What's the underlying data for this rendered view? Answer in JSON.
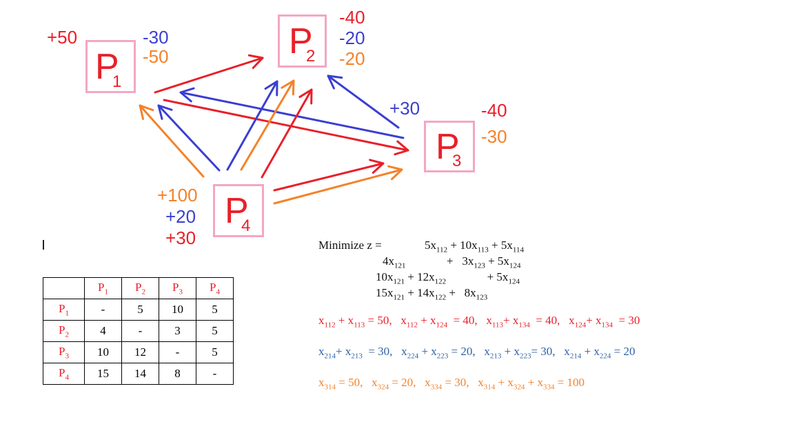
{
  "diagram": {
    "nodes": [
      {
        "id": "P1",
        "letter": "P",
        "sub": "1"
      },
      {
        "id": "P2",
        "letter": "P",
        "sub": "2"
      },
      {
        "id": "P3",
        "letter": "P",
        "sub": "3"
      },
      {
        "id": "P4",
        "letter": "P",
        "sub": "4"
      }
    ],
    "labels": {
      "p1_plus50": "+50",
      "p1_minus30": "-30",
      "p1_minus50": "-50",
      "p2_minus40": "-40",
      "p2_minus20_blue": "-20",
      "p2_minus20_orange": "-20",
      "p3_plus30": "+30",
      "p3_minus40": "-40",
      "p3_minus30": "-30",
      "p4_plus100": "+100",
      "p4_plus20": "+20",
      "p4_plus30": "+30"
    },
    "edges": [
      {
        "from": "P1",
        "to": "P2",
        "color": "red"
      },
      {
        "from": "P1",
        "to": "P3",
        "color": "red"
      },
      {
        "from": "P3",
        "to": "P1",
        "color": "blue"
      },
      {
        "from": "P3",
        "to": "P2",
        "color": "blue"
      },
      {
        "from": "P4",
        "to": "P1",
        "color": "orange"
      },
      {
        "from": "P4",
        "to": "P1",
        "color": "blue"
      },
      {
        "from": "P4",
        "to": "P2",
        "color": "blue"
      },
      {
        "from": "P4",
        "to": "P2",
        "color": "orange"
      },
      {
        "from": "P4",
        "to": "P2",
        "color": "red"
      },
      {
        "from": "P4",
        "to": "P3",
        "color": "red"
      },
      {
        "from": "P4",
        "to": "P3",
        "color": "orange"
      }
    ],
    "colors": {
      "red": "#e8202a",
      "blue": "#3a3fd0",
      "orange": "#f4822a",
      "node_border": "#f4a6c4"
    }
  },
  "cost_table": {
    "header": [
      "",
      "P",
      "P",
      "P",
      "P"
    ],
    "header_subs": [
      "",
      "1",
      "2",
      "3",
      "4"
    ],
    "rows": [
      {
        "label": "P",
        "sub": "1",
        "cells": [
          "-",
          "5",
          "10",
          "5"
        ]
      },
      {
        "label": "P",
        "sub": "2",
        "cells": [
          "4",
          "-",
          "3",
          "5"
        ]
      },
      {
        "label": "P",
        "sub": "3",
        "cells": [
          "10",
          "12",
          "-",
          "5"
        ]
      },
      {
        "label": "P",
        "sub": "4",
        "cells": [
          "15",
          "14",
          "8",
          "-"
        ]
      }
    ]
  },
  "model": {
    "objective_label": "Minimize z ="
  }
}
